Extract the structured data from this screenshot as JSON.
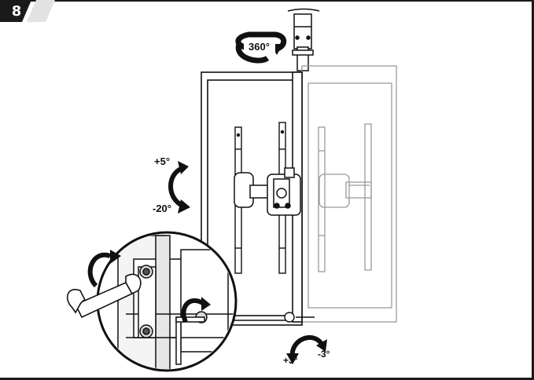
{
  "step": {
    "number": "8"
  },
  "labels": {
    "swivel": "360°",
    "tilt_up": "+5°",
    "tilt_down": "-20°",
    "level_pos": "+3°",
    "level_neg": "-3°"
  },
  "icons": {
    "swivel": "rotate-360-icon",
    "tilt": "tilt-arrow-icon",
    "level": "level-adjust-arrow-icon",
    "wrench": "wrench-icon",
    "hex_key": "hex-key-icon"
  },
  "colors": {
    "ink": "#111111",
    "ghost": "#9a9a9a",
    "badge": "#1a1a1a"
  }
}
